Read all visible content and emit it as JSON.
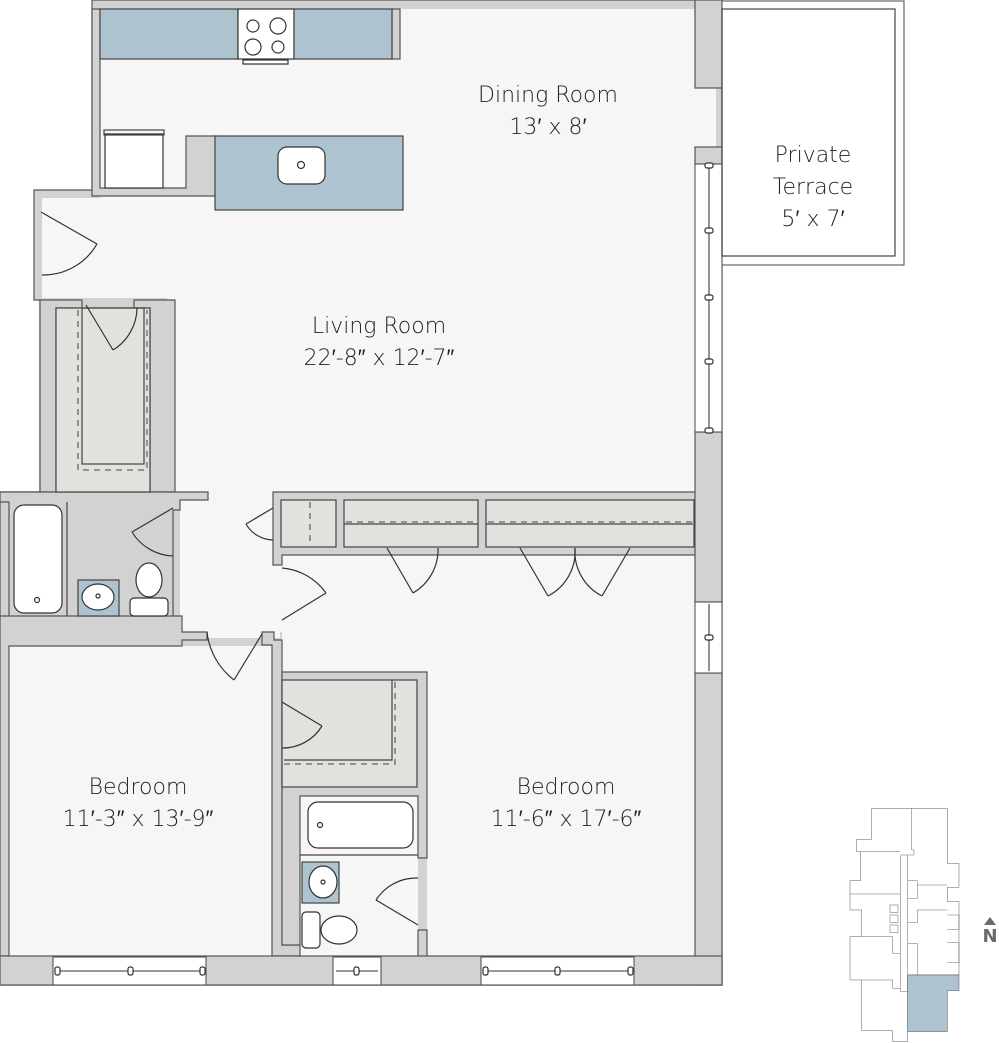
{
  "plan": {
    "rooms": [
      {
        "id": "dining-room",
        "name": "Dining Room",
        "size": "13′ x 8′"
      },
      {
        "id": "private-terrace",
        "name": "Private Terrace",
        "name_line1": "Private",
        "name_line2": "Terrace",
        "size": "5′ x 7′"
      },
      {
        "id": "living-room",
        "name": "Living Room",
        "size": "22′-8″ x 12′-7″"
      },
      {
        "id": "bedroom-1",
        "name": "Bedroom",
        "size": "11′-3″ x 13′-9″"
      },
      {
        "id": "bedroom-2",
        "name": "Bedroom",
        "size": "11′-6″ x 17′-6″"
      }
    ],
    "fixtures": [
      "cooktop-icon",
      "kitchen-sink-icon",
      "refrigerator-icon",
      "bathtub-icon",
      "bathroom-sink-icon",
      "toilet-icon"
    ],
    "colors": {
      "floor": "#f6f6f6",
      "wall": "#d2d2d2",
      "counter": "#adc3cf",
      "closet": "#e1e1de",
      "outline": "#444444"
    }
  },
  "keyplan": {
    "north_label": "N",
    "highlight_color": "#adc3cf"
  }
}
